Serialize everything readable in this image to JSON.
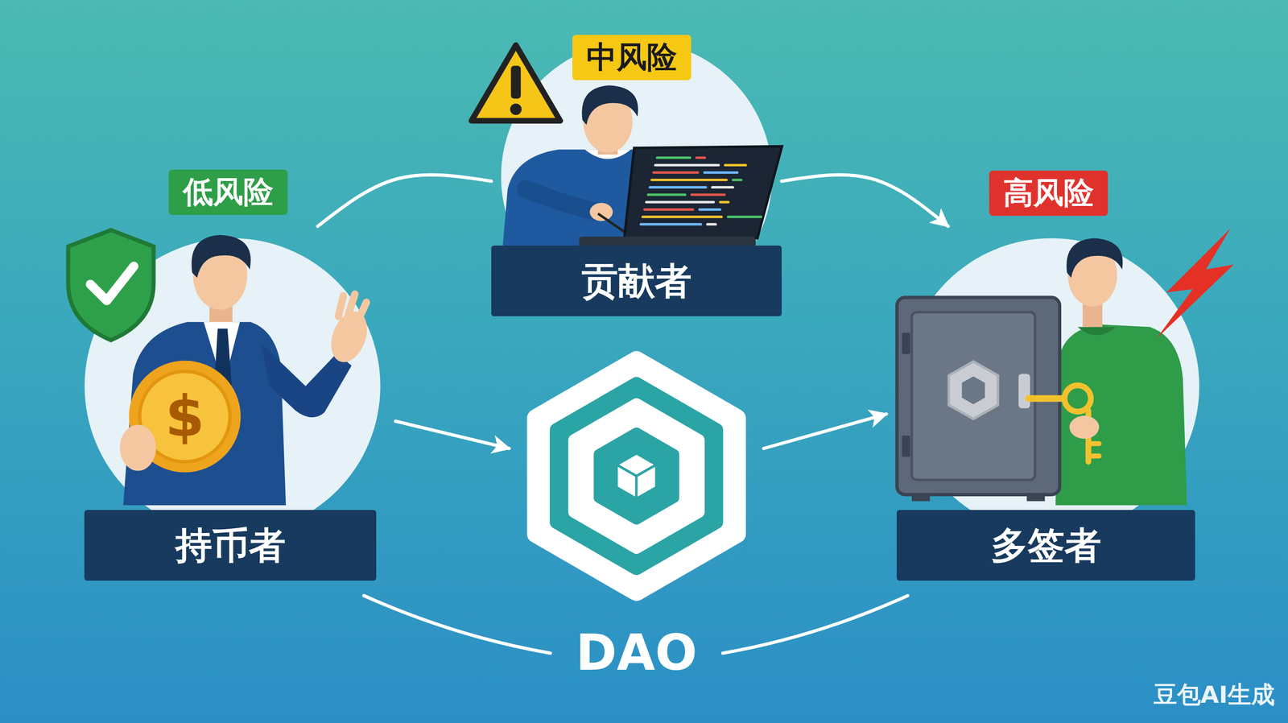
{
  "diagram": {
    "nodes": [
      {
        "text": [
          "低风险"
        ]
      },
      {
        "text": [
          "持币者"
        ]
      },
      {
        "text": [
          "中风险"
        ]
      },
      {
        "text": [
          "贡献者"
        ]
      },
      {
        "text": [
          "高风险"
        ]
      },
      {
        "text": [
          "多签者"
        ]
      },
      {
        "text": [
          "DAO"
        ]
      }
    ],
    "edges": [
      {
        "from": 1,
        "to": 3,
        "arrow": "none"
      },
      {
        "from": 3,
        "to": 5,
        "arrow": "to"
      },
      {
        "from": 1,
        "to": 6,
        "arrow": "to"
      },
      {
        "from": 6,
        "to": 5,
        "arrow": "to"
      }
    ],
    "labels": [
      "$",
      "豆包AI生成"
    ]
  }
}
